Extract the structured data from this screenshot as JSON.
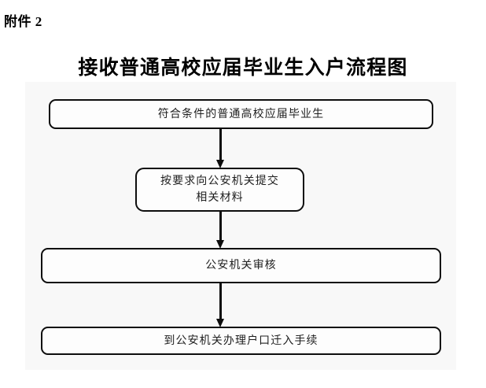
{
  "document": {
    "attachment_label": "附件 2",
    "title": "接收普通高校应届毕业生入户流程图",
    "panel_background_color": "#f8f8f8",
    "border_color": "#0d0d0d",
    "text_color": "#1e1e1e"
  },
  "flowchart": {
    "type": "flowchart",
    "orientation": "top-to-bottom",
    "node_shape": "rounded-rectangle",
    "nodes": [
      {
        "id": "node-1",
        "step": 1,
        "label": "符合条件的普通高校应届毕业生",
        "lines": 1
      },
      {
        "id": "node-2",
        "step": 2,
        "label": "按要求向公安机关提交\n相关材料",
        "lines": 2
      },
      {
        "id": "node-3",
        "step": 3,
        "label": "公安机关审核",
        "lines": 1
      },
      {
        "id": "node-4",
        "step": 4,
        "label": "到公安机关办理户口迁入手续",
        "lines": 1
      }
    ],
    "connectors": [
      {
        "id": "connector-1",
        "from": "node-1",
        "to": "node-2",
        "arrow": "down-arrow"
      },
      {
        "id": "connector-2",
        "from": "node-2",
        "to": "node-3",
        "arrow": "down-arrow"
      },
      {
        "id": "connector-3",
        "from": "node-3",
        "to": "node-4",
        "arrow": "down-arrow"
      }
    ]
  }
}
